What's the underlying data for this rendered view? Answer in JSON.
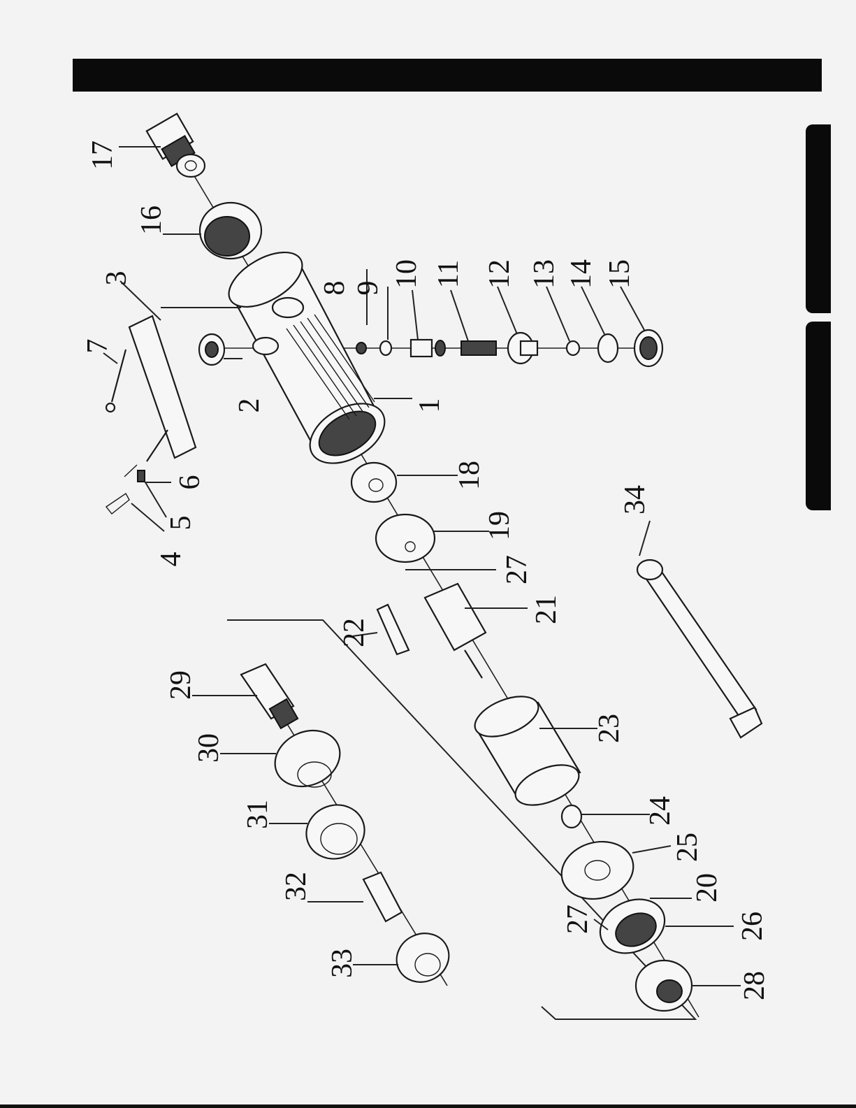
{
  "parts": [
    {
      "id": "p1",
      "number": "1"
    },
    {
      "id": "p2",
      "number": "2"
    },
    {
      "id": "p3",
      "number": "3"
    },
    {
      "id": "p4",
      "number": "4"
    },
    {
      "id": "p5",
      "number": "5"
    },
    {
      "id": "p6",
      "number": "6"
    },
    {
      "id": "p7",
      "number": "7"
    },
    {
      "id": "p8",
      "number": "8"
    },
    {
      "id": "p9",
      "number": "9"
    },
    {
      "id": "p10",
      "number": "10"
    },
    {
      "id": "p11",
      "number": "11"
    },
    {
      "id": "p12",
      "number": "12"
    },
    {
      "id": "p13",
      "number": "13"
    },
    {
      "id": "p14",
      "number": "14"
    },
    {
      "id": "p15",
      "number": "15"
    },
    {
      "id": "p16",
      "number": "16"
    },
    {
      "id": "p17",
      "number": "17"
    },
    {
      "id": "p18",
      "number": "18"
    },
    {
      "id": "p19",
      "number": "19"
    },
    {
      "id": "p20",
      "number": "20"
    },
    {
      "id": "p21",
      "number": "21"
    },
    {
      "id": "p22",
      "number": "22"
    },
    {
      "id": "p23",
      "number": "23"
    },
    {
      "id": "p24",
      "number": "24"
    },
    {
      "id": "p25",
      "number": "25"
    },
    {
      "id": "p26",
      "number": "26"
    },
    {
      "id": "p27a",
      "number": "27"
    },
    {
      "id": "p27b",
      "number": "27"
    },
    {
      "id": "p28",
      "number": "28"
    },
    {
      "id": "p29",
      "number": "29"
    },
    {
      "id": "p30",
      "number": "30"
    },
    {
      "id": "p31",
      "number": "31"
    },
    {
      "id": "p32",
      "number": "32"
    },
    {
      "id": "p33",
      "number": "33"
    },
    {
      "id": "p34",
      "number": "34"
    }
  ],
  "colors": {
    "ink": "#111111",
    "paper": "#f3f3f3",
    "band": "#0a0a0a"
  }
}
